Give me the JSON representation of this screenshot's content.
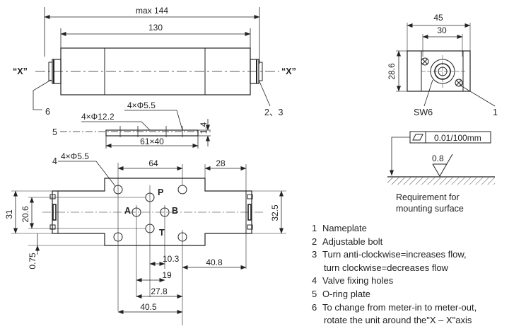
{
  "top_view": {
    "dim_max": "max 144",
    "dim_130": "130",
    "axis_left": "“X”",
    "axis_right": "“X”",
    "callout_6": "6",
    "callout_2_3": "2、3"
  },
  "side_view": {
    "callout_5": "5",
    "hole_12": "4×Φ12.2",
    "hole_55": "4×Φ5.5",
    "dim_61x40": "61×40",
    "dim_1_4": "1.4"
  },
  "plate_view": {
    "callout_4": "4",
    "hole_55": "4×Φ5.5",
    "dim_64": "64",
    "dim_28": "28",
    "dim_31": "31",
    "dim_20_6": "20.6",
    "dim_32_5": "32.5",
    "dim_0_75": "0.75",
    "dim_10_3": "10.3",
    "dim_19": "19",
    "dim_40_8": "40.8",
    "dim_27_8": "27.8",
    "dim_40_5": "40.5",
    "port_p": "P",
    "port_a": "A",
    "port_b": "B",
    "port_t": "T"
  },
  "end_view": {
    "dim_45": "45",
    "dim_30": "30",
    "dim_28_6": "28.6",
    "sw_label": "SW6",
    "callout_1": "1"
  },
  "flatness": {
    "tolerance": "0.01/100mm",
    "roughness": "0.8",
    "requirement_line1": "Requirement for",
    "requirement_line2": "mounting surface"
  },
  "legend": [
    {
      "num": "1",
      "text": "Nameplate"
    },
    {
      "num": "2",
      "text": "Adjustable bolt"
    },
    {
      "num": "3",
      "text": "Turn anti-clockwise=increases flow,",
      "cont": "turn clockwise=decreases flow"
    },
    {
      "num": "4",
      "text": "Valve fixing holes"
    },
    {
      "num": "5",
      "text": "O-ring plate"
    },
    {
      "num": "6",
      "text": "To change from meter-in to meter-out,",
      "cont": "rotate the unit around the\"X – X\"axis"
    }
  ]
}
